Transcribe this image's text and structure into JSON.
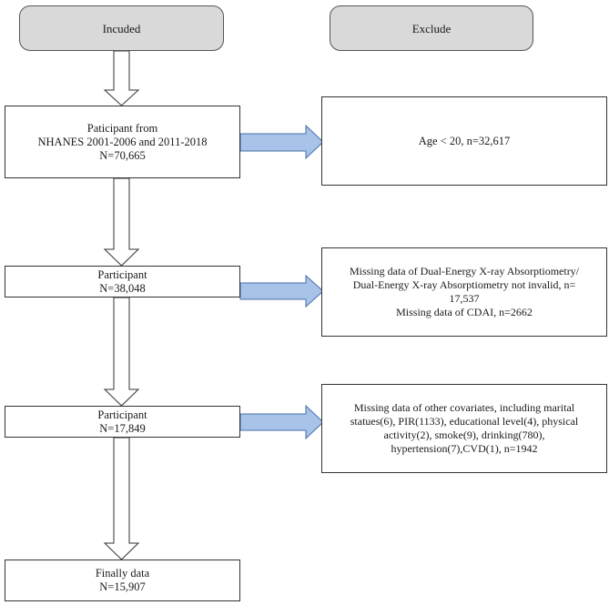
{
  "headers": {
    "included": "Incuded",
    "excluded": "Exclude"
  },
  "flow": {
    "step1": [
      "Paticipant from",
      "NHANES 2001-2006 and 2011-2018",
      "N=70,665"
    ],
    "step2": [
      "Participant",
      "N=38,048"
    ],
    "step3": [
      "Participant",
      "N=17,849"
    ],
    "step4": [
      "Finally data",
      "N=15,907"
    ]
  },
  "exclusions": {
    "ex1": [
      "Age < 20, n=32,617"
    ],
    "ex2": [
      "Missing data of Dual-Energy X-ray Absorptiometry/",
      "Dual-Energy X-ray Absorptiometry not invalid, n=",
      "17,537",
      "Missing data of CDAI, n=2662"
    ],
    "ex3": [
      "Missing data of other covariates, including marital",
      "statues(6), PIR(1133), educational level(4), physical",
      "activity(2), smoke(9), drinking(780),",
      "hypertension(7),CVD(1), n=1942"
    ]
  },
  "colors": {
    "header_fill": "#d9d9d9",
    "side_arrow_fill": "#a7c3ea",
    "side_arrow_stroke": "#4a6fa5",
    "down_arrow_fill": "#ffffff",
    "border": "#333333"
  }
}
